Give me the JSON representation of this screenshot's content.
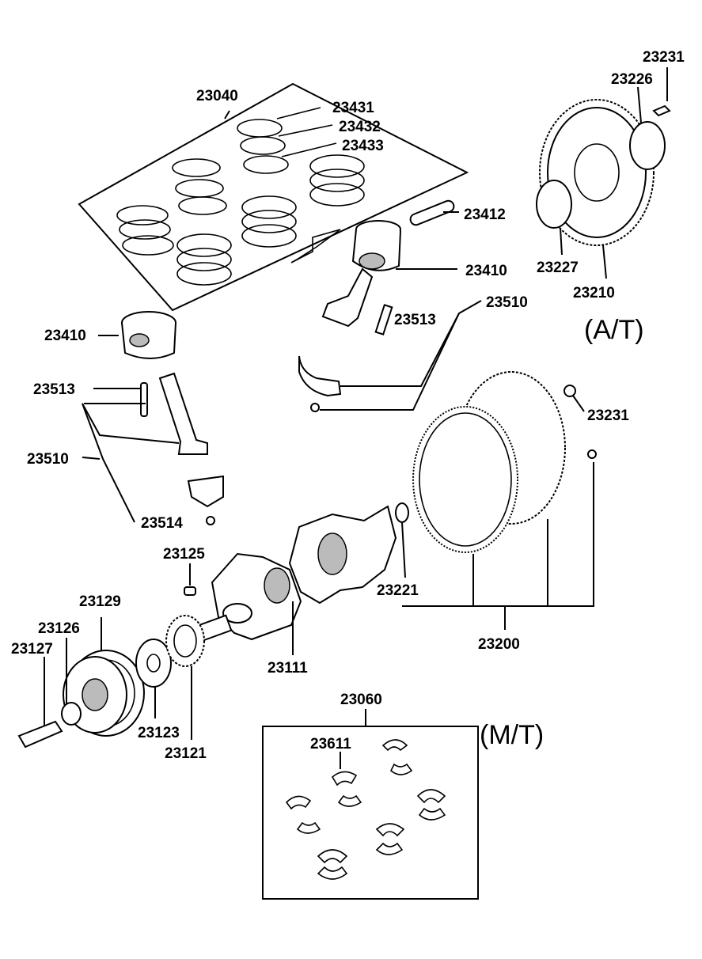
{
  "labels": {
    "l23040": "23040",
    "l23431": "23431",
    "l23432": "23432",
    "l23433": "23433",
    "l23412": "23412",
    "l23410a": "23410",
    "l23410b": "23410",
    "l23510a": "23510",
    "l23510b": "23510",
    "l23513a": "23513",
    "l23513b": "23513",
    "l23514": "23514",
    "l23231a": "23231",
    "l23231b": "23231",
    "l23226": "23226",
    "l23227": "23227",
    "l23210": "23210",
    "l23221": "23221",
    "l23200": "23200",
    "l23125": "23125",
    "l23129": "23129",
    "l23126": "23126",
    "l23127": "23127",
    "l23111": "23111",
    "l23123": "23123",
    "l23121": "23121",
    "l23060": "23060",
    "l23611": "23611"
  },
  "variants": {
    "auto": "(A/T)",
    "manual": "(M/T)"
  }
}
